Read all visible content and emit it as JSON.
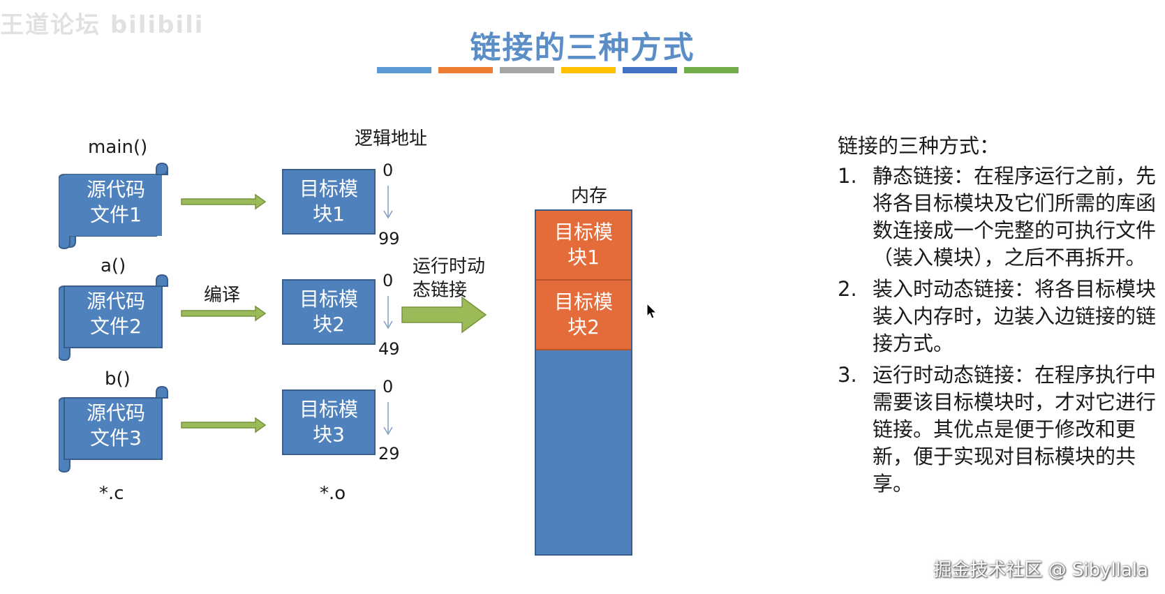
{
  "watermark_top_left": "王道论坛 bilibili",
  "title": "链接的三种方式",
  "color_bars": [
    "#5b9bd5",
    "#ed7d31",
    "#a5a5a5",
    "#ffc000",
    "#4472c4",
    "#70ad47"
  ],
  "diagram": {
    "logical_address_label": "逻辑地址",
    "compile_label": "编译",
    "runtime_link_label": "运行时动\n态链接",
    "memory_label": "内存",
    "source_suffix": "*.c",
    "object_suffix": "*.o",
    "sources": [
      {
        "func": "main()",
        "text": "源代码\n文件1"
      },
      {
        "func": "a()",
        "text": "源代码\n文件2"
      },
      {
        "func": "b()",
        "text": "源代码\n文件3"
      }
    ],
    "modules": [
      {
        "text": "目标模\n块1",
        "addr_start": "0",
        "addr_end": "99"
      },
      {
        "text": "目标模\n块2",
        "addr_start": "0",
        "addr_end": "49"
      },
      {
        "text": "目标模\n块3",
        "addr_start": "0",
        "addr_end": "29"
      }
    ],
    "memory_blocks": [
      "目标模\n块1",
      "目标模\n块2"
    ]
  },
  "explanation": {
    "heading": "链接的三种方式：",
    "items": [
      {
        "num": "1.",
        "text": "静态链接：在程序运行之前，先将各目标模块及它们所需的库函数连接成一个完整的可执行文件（装入模块），之后不再拆开。"
      },
      {
        "num": "2.",
        "text": "装入时动态链接：将各目标模块装入内存时，边装入边链接的链接方式。"
      },
      {
        "num": "3.",
        "text": "运行时动态链接：在程序执行中需要该目标模块时，才对它进行链接。其优点是便于修改和更新，便于实现对目标模块的共享。"
      }
    ]
  },
  "watermark_bottom_right": "掘金技术社区 @ Sibyllala",
  "colors": {
    "title": "#5b8ec7",
    "module_blue": "#4f81bd",
    "memory_orange": "#e46c3a",
    "arrow_green": "#9bbb59"
  }
}
